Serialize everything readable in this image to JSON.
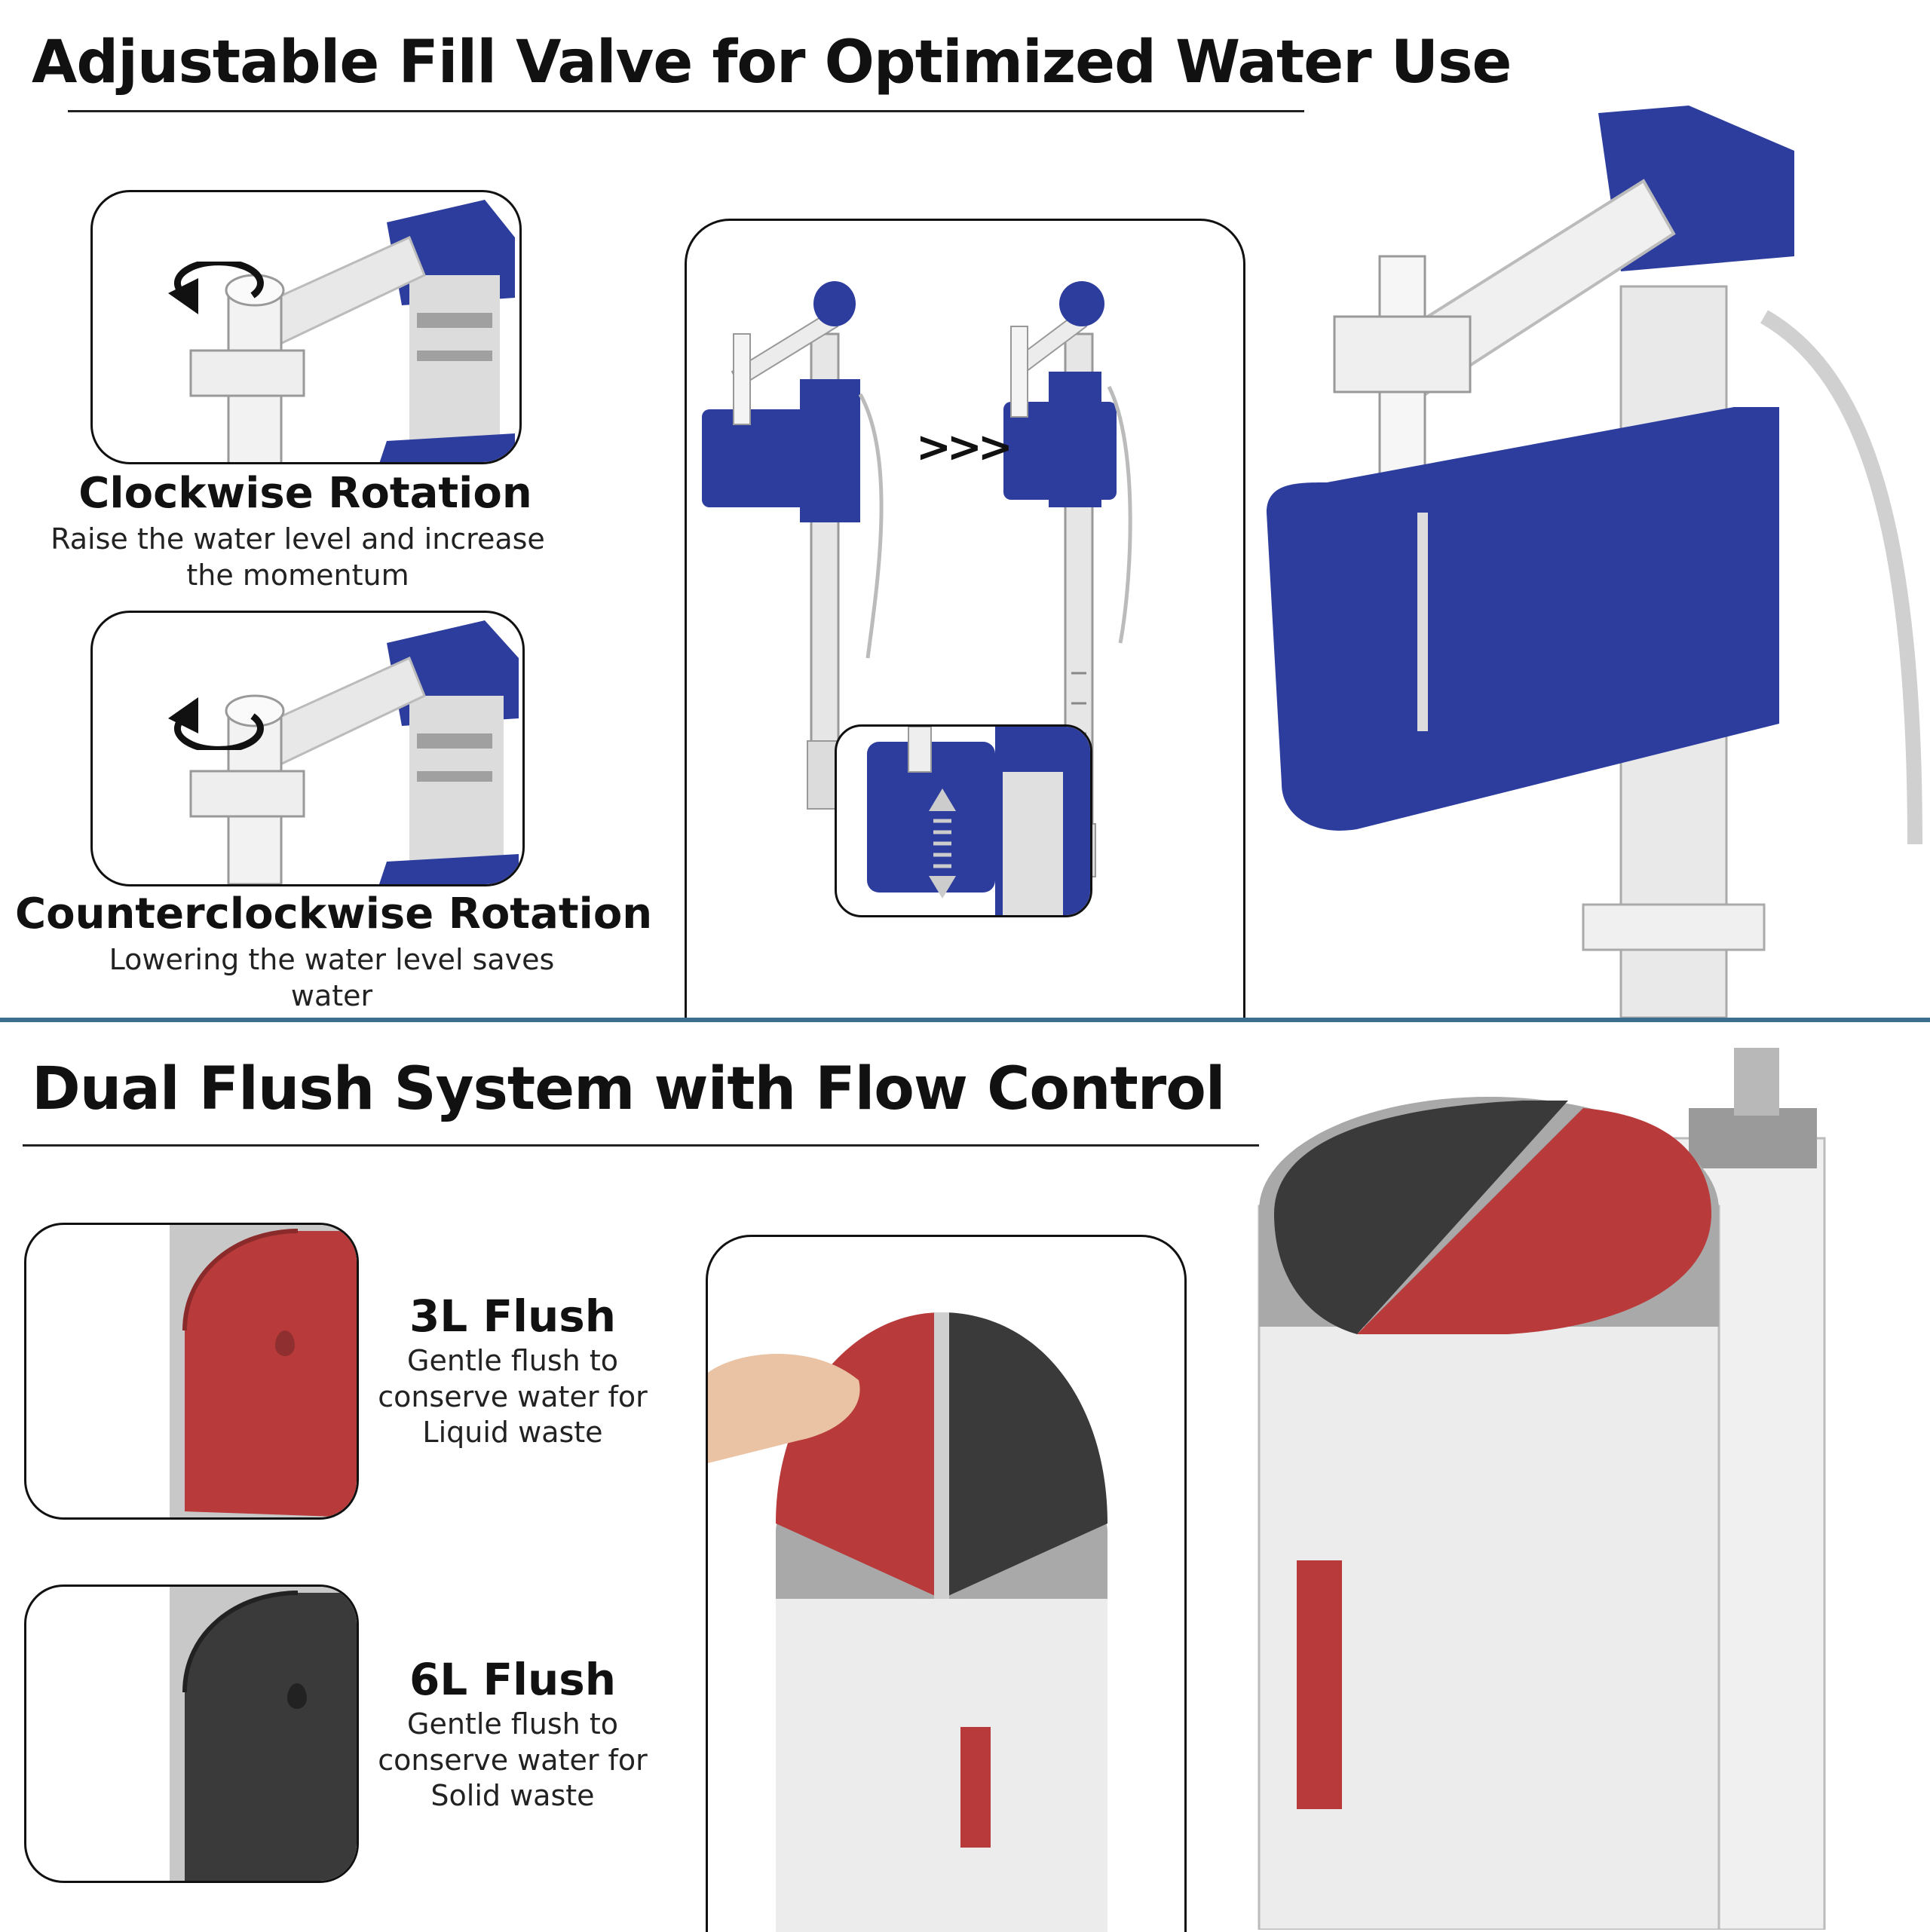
{
  "top": {
    "title": "Adjustable Fill Valve for Optimized Water Use",
    "clockwise": {
      "heading": "Clockwise Rotation",
      "text": "Raise the water level and increase the momentum"
    },
    "counterclockwise": {
      "heading": "Counterclockwise Rotation",
      "text": "Lowering the water level saves water"
    },
    "arrows": ">>>"
  },
  "bottom": {
    "title": "Dual Flush System with Flow Control",
    "flush_small": {
      "heading": "3L Flush",
      "text": "Gentle flush to conserve  water for Liquid waste"
    },
    "flush_large": {
      "heading": "6L Flush",
      "text": "Gentle flush to conserve  water for Solid waste"
    }
  },
  "colors": {
    "valve_blue": "#2d3d9e",
    "flush_red": "#b83a3a",
    "flush_dark": "#3a3a3a",
    "divider": "#3d6e8e"
  },
  "icons": [
    "counterclockwise-arrow-icon",
    "clockwise-arrow-icon",
    "triple-chevron-icon",
    "up-down-arrow-icon",
    "water-drop-icon"
  ]
}
